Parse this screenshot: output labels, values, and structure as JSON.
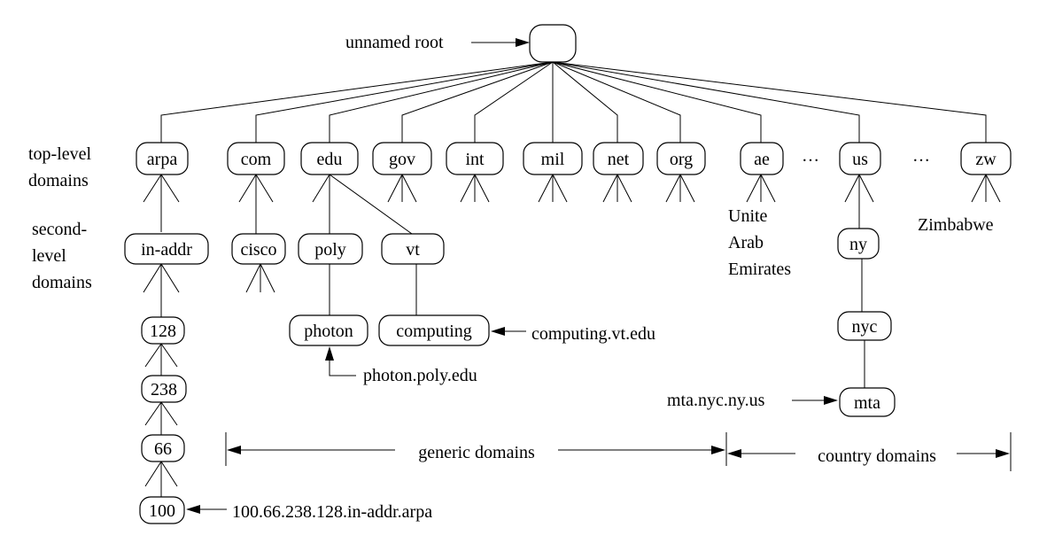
{
  "side_labels": {
    "top_level": [
      "top-level",
      "domains"
    ],
    "second_level": [
      "second-",
      "level",
      "domains"
    ]
  },
  "root_annotation": "unnamed root",
  "top_level_domains": {
    "arpa": "arpa",
    "com": "com",
    "edu": "edu",
    "gov": "gov",
    "int": "int",
    "mil": "mil",
    "net": "net",
    "org": "org",
    "ae": "ae",
    "us": "us",
    "zw": "zw"
  },
  "ellipsis": [
    "…",
    "…"
  ],
  "country_names": {
    "ae": [
      "Unite",
      "Arab",
      "Emirates"
    ],
    "zw": [
      "Zimbabwe"
    ]
  },
  "second_level": {
    "in_addr": "in-addr",
    "cisco": "cisco",
    "poly": "poly",
    "vt": "vt",
    "ny": "ny"
  },
  "deeper_nodes": {
    "n128": "128",
    "n238": "238",
    "n66": "66",
    "n100": "100",
    "photon": "photon",
    "computing": "computing",
    "nyc": "nyc",
    "mta": "mta"
  },
  "annotations": {
    "computing": "computing.vt.edu",
    "photon": "photon.poly.edu",
    "mta": "mta.nyc.ny.us",
    "arpa_addr": "100.66.238.128.in-addr.arpa"
  },
  "ranges": {
    "generic": "generic domains",
    "country": "country domains"
  }
}
